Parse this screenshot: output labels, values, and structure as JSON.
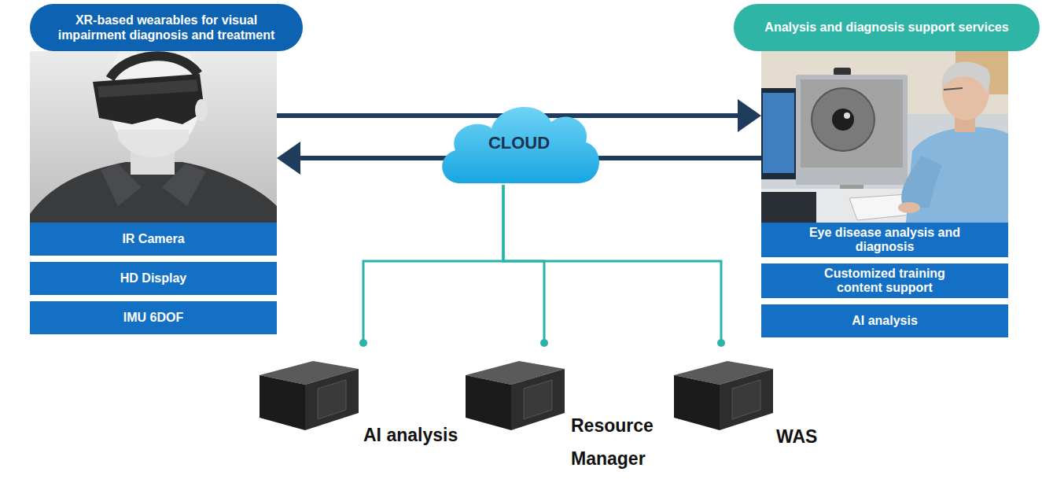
{
  "diagram": {
    "nodes": [
      {
        "text": [
          "XR-based wearables for visual impairment diagnosis and treatment"
        ]
      },
      {
        "text": [
          "IR Camera"
        ],
        "in": 0
      },
      {
        "text": [
          "HD Display"
        ],
        "in": 0
      },
      {
        "text": [
          "IMU 6DOF"
        ],
        "in": 0
      },
      {
        "text": [
          "CLOUD"
        ]
      },
      {
        "text": [
          "Analysis and diagnosis support services"
        ]
      },
      {
        "text": [
          "Eye disease analysis and diagnosis"
        ],
        "in": 5
      },
      {
        "text": [
          "Customized training content support"
        ],
        "in": 5
      },
      {
        "text": [
          "AI analysis"
        ],
        "in": 5
      },
      {
        "text": [
          "AI analysis"
        ]
      },
      {
        "text": [
          "Resource Manager"
        ]
      },
      {
        "text": [
          "WAS"
        ]
      }
    ],
    "edges": [
      {
        "from": 0,
        "to": 5,
        "arrow": "to"
      },
      {
        "from": 5,
        "to": 0,
        "arrow": "to"
      },
      {
        "from": 4,
        "to": 9,
        "arrow": "none"
      },
      {
        "from": 4,
        "to": 10,
        "arrow": "none"
      },
      {
        "from": 4,
        "to": 11,
        "arrow": "none"
      }
    ]
  }
}
